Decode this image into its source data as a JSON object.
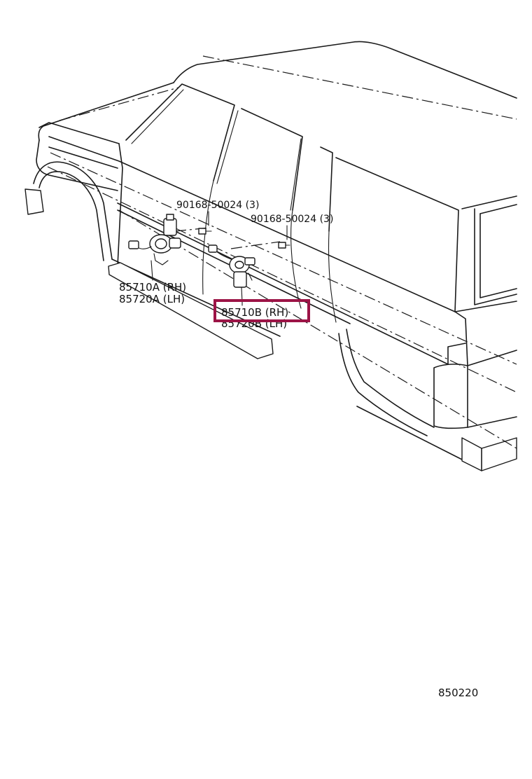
{
  "diagram": {
    "callouts": {
      "bolt_front": "90168-50024 (3)",
      "bolt_rear": "90168-50024 (3)",
      "motor_front_rh": "85710A (RH)",
      "motor_front_lh": "85720A (LH)",
      "motor_rear_rh": "85710B (RH)",
      "motor_rear_lh": "85720B (LH)"
    },
    "figure_number": "850220",
    "highlight_color": "#9c1446",
    "highlighted_part": "85710B (RH)"
  }
}
